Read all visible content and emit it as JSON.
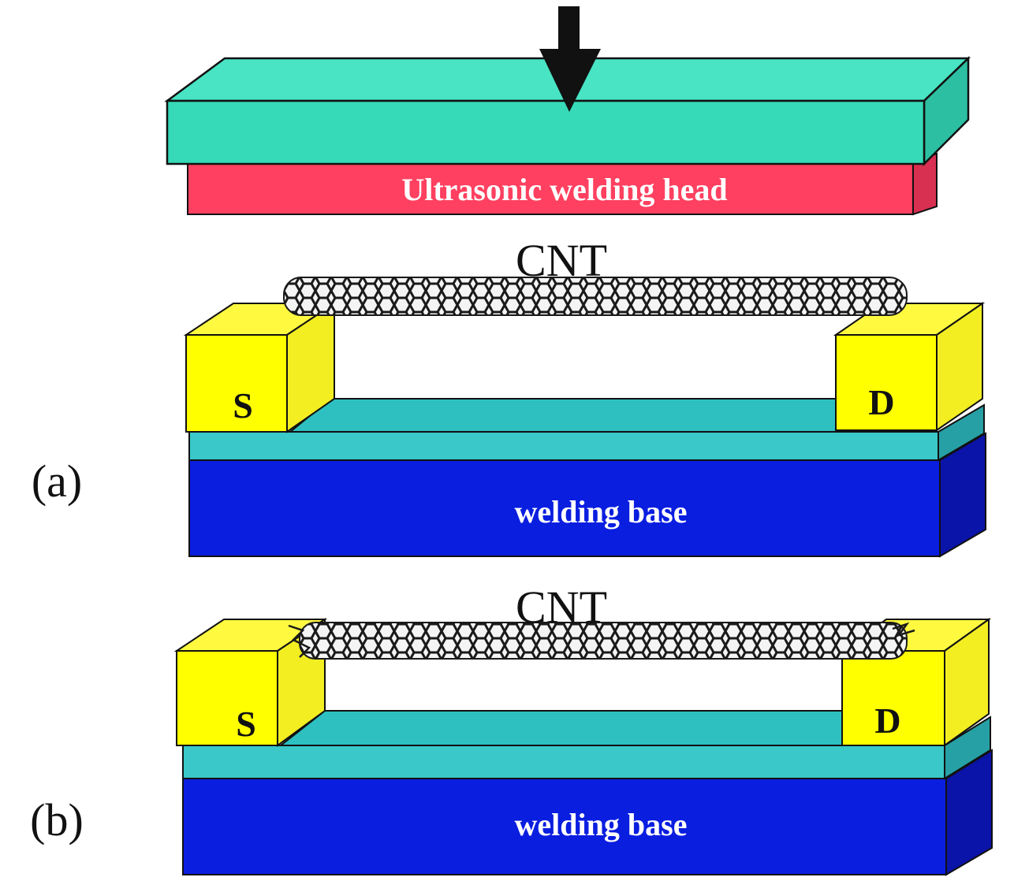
{
  "colors": {
    "plate_top": "#40e0c0",
    "plate_front": "#30d8b8",
    "plate_side": "#28b89c",
    "weld_head": "#ff4060",
    "gold_front": "#ffff00",
    "gold_side": "#f2ee22",
    "gold_top": "#fffa40",
    "dielectric": "#2ec0c0",
    "dielectric_side": "#26a0a4",
    "base_front": "#0a1ee0",
    "base_side": "#0a14a8",
    "base_top": "#1428d0",
    "outline": "#111111",
    "white_text": "#ffffff",
    "black_text": "#111111"
  },
  "icons": {
    "press_arrow": "down-arrow-icon",
    "nanotube": "cnt-hexagonal-lattice"
  },
  "panel_a": {
    "label": "(a)",
    "welding_head_label": "Ultrasonic welding head",
    "cnt_label": "CNT",
    "source_label": "S",
    "drain_label": "D",
    "base_label": "welding base"
  },
  "panel_b": {
    "label": "(b)",
    "cnt_label": "CNT",
    "source_label": "S",
    "drain_label": "D",
    "base_label": "welding base"
  }
}
